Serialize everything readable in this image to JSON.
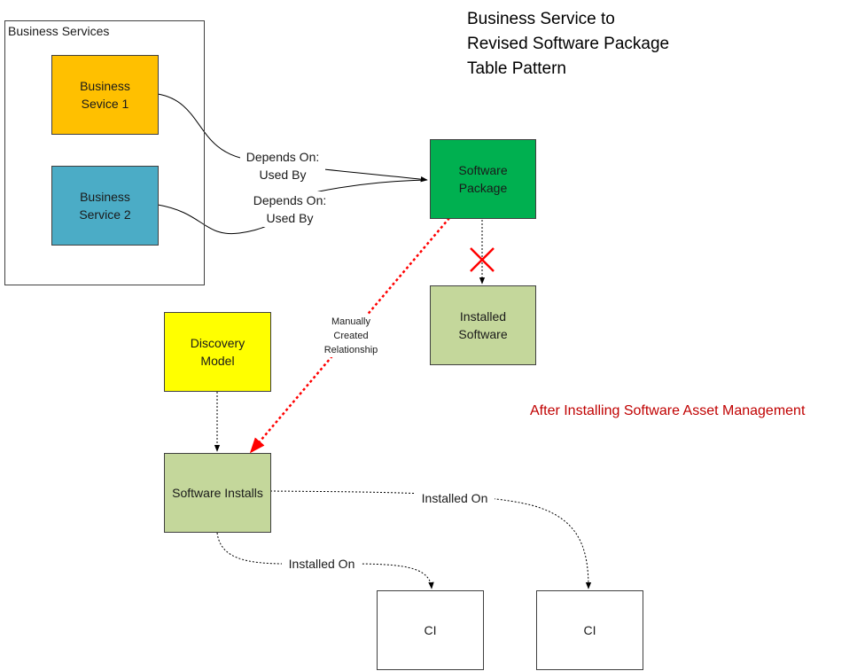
{
  "title": {
    "line1": "Business Service to",
    "line2": "Revised Software Package",
    "line3": "Table Pattern"
  },
  "subtitle": {
    "text": "After Installing Software Asset Management",
    "color": "#c00000"
  },
  "container": {
    "label": "Business Services"
  },
  "nodes": {
    "business_service_1": {
      "label": "Business\nSevice 1",
      "color": "#ffc000"
    },
    "business_service_2": {
      "label": "Business\nService 2",
      "color": "#4bacc6"
    },
    "software_package": {
      "label": "Software\nPackage",
      "color": "#00b050"
    },
    "installed_software": {
      "label": "Installed\nSoftware",
      "color": "#c4d79b"
    },
    "discovery_model": {
      "label": "Discovery\nModel",
      "color": "#ffff00"
    },
    "software_installs": {
      "label": "Software Installs",
      "color": "#c4d79b"
    },
    "ci_1": {
      "label": "CI",
      "color": "#ffffff"
    },
    "ci_2": {
      "label": "CI",
      "color": "#ffffff"
    }
  },
  "edges": {
    "depends_on_1": {
      "label": "Depends On:\nUsed By"
    },
    "depends_on_2": {
      "label": "Depends On:\nUsed By"
    },
    "manual": {
      "label": "Manually\nCreated\nRelationship",
      "color": "#ff0000"
    },
    "installed_on_1": {
      "label": "Installed On"
    },
    "installed_on_2": {
      "label": "Installed On"
    },
    "removed_mark": {
      "color": "#ff0000"
    }
  }
}
